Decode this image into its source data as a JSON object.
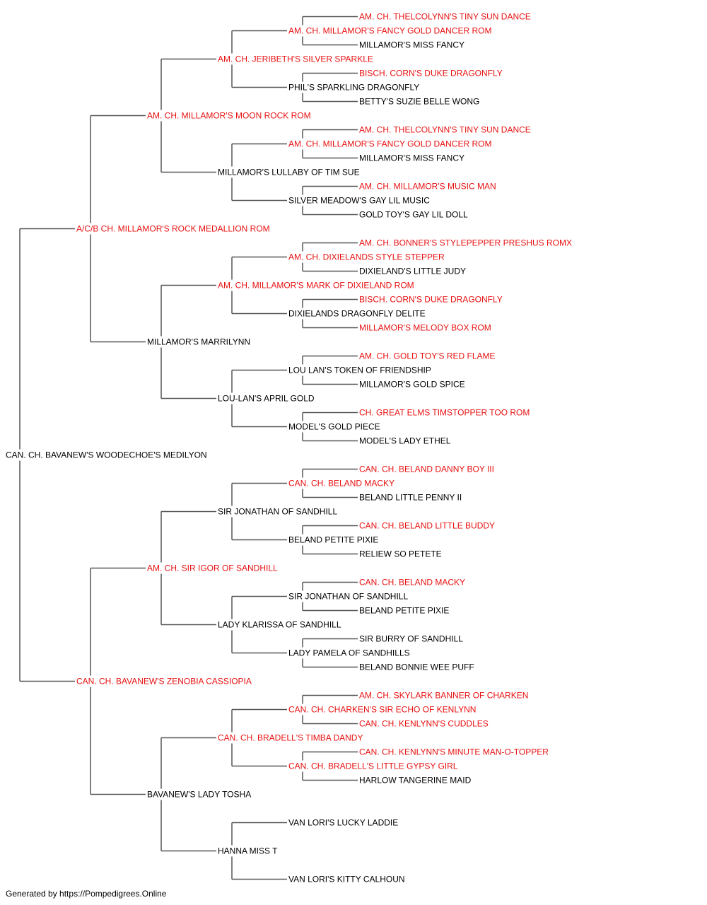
{
  "colors": {
    "champion": "#e81010",
    "normal": "#000000",
    "connector": "#555555"
  },
  "pedigree": {
    "name": "CAN. CH. BAVANEW'S WOODECHOE'S MEDILYON",
    "champion": false,
    "sire": {
      "name": "A/C/B CH. MILLAMOR'S ROCK MEDALLION ROM",
      "champion": true,
      "sire": {
        "name": "AM. CH. MILLAMOR'S MOON ROCK ROM",
        "champion": true,
        "sire": {
          "name": "AM. CH. JERIBETH'S SILVER SPARKLE",
          "champion": true,
          "sire": {
            "name": "AM. CH. MILLAMOR'S FANCY GOLD DANCER ROM",
            "champion": true,
            "sire": {
              "name": "AM. CH. THELCOLYNN'S TINY SUN DANCE",
              "champion": true
            },
            "dam": {
              "name": "MILLAMOR'S MISS FANCY",
              "champion": false
            }
          },
          "dam": {
            "name": "PHIL'S SPARKLING DRAGONFLY",
            "champion": false,
            "sire": {
              "name": "BISCH. CORN'S DUKE DRAGONFLY",
              "champion": true
            },
            "dam": {
              "name": "BETTY'S SUZIE BELLE WONG",
              "champion": false
            }
          }
        },
        "dam": {
          "name": "MILLAMOR'S LULLABY OF TIM SUE",
          "champion": false,
          "sire": {
            "name": "AM. CH. MILLAMOR'S FANCY GOLD DANCER ROM",
            "champion": true,
            "sire": {
              "name": "AM. CH. THELCOLYNN'S TINY SUN DANCE",
              "champion": true
            },
            "dam": {
              "name": "MILLAMOR'S MISS FANCY",
              "champion": false
            }
          },
          "dam": {
            "name": "SILVER MEADOW'S GAY LIL MUSIC",
            "champion": false,
            "sire": {
              "name": "AM. CH. MILLAMOR'S MUSIC MAN",
              "champion": true
            },
            "dam": {
              "name": "GOLD TOY'S GAY LIL DOLL",
              "champion": false
            }
          }
        }
      },
      "dam": {
        "name": "MILLAMOR'S MARRILYNN",
        "champion": false,
        "sire": {
          "name": "AM. CH. MILLAMOR'S MARK OF DIXIELAND ROM",
          "champion": true,
          "sire": {
            "name": "AM. CH. DIXIELANDS STYLE STEPPER",
            "champion": true,
            "sire": {
              "name": "AM. CH. BONNER'S STYLEPEPPER PRESHUS ROMX",
              "champion": true
            },
            "dam": {
              "name": "DIXIELAND'S LITTLE JUDY",
              "champion": false
            }
          },
          "dam": {
            "name": "DIXIELANDS DRAGONFLY DELITE",
            "champion": false,
            "sire": {
              "name": "BISCH. CORN'S DUKE DRAGONFLY",
              "champion": true
            },
            "dam": {
              "name": "MILLAMOR'S MELODY BOX ROM",
              "champion": true
            }
          }
        },
        "dam": {
          "name": "LOU-LAN'S APRIL GOLD",
          "champion": false,
          "sire": {
            "name": "LOU LAN'S TOKEN OF FRIENDSHIP",
            "champion": false,
            "sire": {
              "name": "AM. CH. GOLD TOY'S RED FLAME",
              "champion": true
            },
            "dam": {
              "name": "MILLAMOR'S GOLD SPICE",
              "champion": false
            }
          },
          "dam": {
            "name": "MODEL'S GOLD PIECE",
            "champion": false,
            "sire": {
              "name": "CH. GREAT ELMS TIMSTOPPER TOO ROM",
              "champion": true
            },
            "dam": {
              "name": "MODEL'S LADY ETHEL",
              "champion": false
            }
          }
        }
      }
    },
    "dam": {
      "name": "CAN. CH. BAVANEW'S ZENOBIA CASSIOPIA",
      "champion": true,
      "sire": {
        "name": "AM. CH. SIR IGOR OF SANDHILL",
        "champion": true,
        "sire": {
          "name": "SIR JONATHAN OF SANDHILL",
          "champion": false,
          "sire": {
            "name": "CAN. CH. BELAND MACKY",
            "champion": true,
            "sire": {
              "name": "CAN. CH. BELAND DANNY BOY III",
              "champion": true
            },
            "dam": {
              "name": "BELAND LITTLE PENNY II",
              "champion": false
            }
          },
          "dam": {
            "name": "BELAND PETITE PIXIE",
            "champion": false,
            "sire": {
              "name": "CAN. CH. BELAND LITTLE BUDDY",
              "champion": true
            },
            "dam": {
              "name": "RELIEW SO PETETE",
              "champion": false
            }
          }
        },
        "dam": {
          "name": "LADY KLARISSA OF SANDHILL",
          "champion": false,
          "sire": {
            "name": "SIR JONATHAN OF SANDHILL",
            "champion": false,
            "sire": {
              "name": "CAN. CH. BELAND MACKY",
              "champion": true
            },
            "dam": {
              "name": "BELAND PETITE PIXIE",
              "champion": false
            }
          },
          "dam": {
            "name": "LADY PAMELA OF SANDHILLS",
            "champion": false,
            "sire": {
              "name": "SIR BURRY OF SANDHILL",
              "champion": false
            },
            "dam": {
              "name": "BELAND BONNIE WEE PUFF",
              "champion": false
            }
          }
        }
      },
      "dam": {
        "name": "BAVANEW'S LADY TOSHA",
        "champion": false,
        "sire": {
          "name": "CAN. CH. BRADELL'S TIMBA DANDY",
          "champion": true,
          "sire": {
            "name": "CAN. CH. CHARKEN'S SIR ECHO OF KENLYNN",
            "champion": true,
            "sire": {
              "name": "AM. CH. SKYLARK BANNER OF CHARKEN",
              "champion": true
            },
            "dam": {
              "name": "CAN. CH. KENLYNN'S CUDDLES",
              "champion": true
            }
          },
          "dam": {
            "name": "CAN. CH. BRADELL'S LITTLE GYPSY GIRL",
            "champion": true,
            "sire": {
              "name": "CAN. CH. KENLYNN'S MINUTE MAN-O-TOPPER",
              "champion": true
            },
            "dam": {
              "name": "HARLOW TANGERINE MAID",
              "champion": false
            }
          }
        },
        "dam": {
          "name": "HANNA MISS T",
          "champion": false,
          "sire": {
            "name": "VAN LORI'S LUCKY LADDIE",
            "champion": false
          },
          "dam": {
            "name": "VAN LORI'S KITTY CALHOUN",
            "champion": false
          }
        }
      }
    }
  },
  "footer": {
    "text": "Generated by https://Pompedigrees.Online"
  }
}
